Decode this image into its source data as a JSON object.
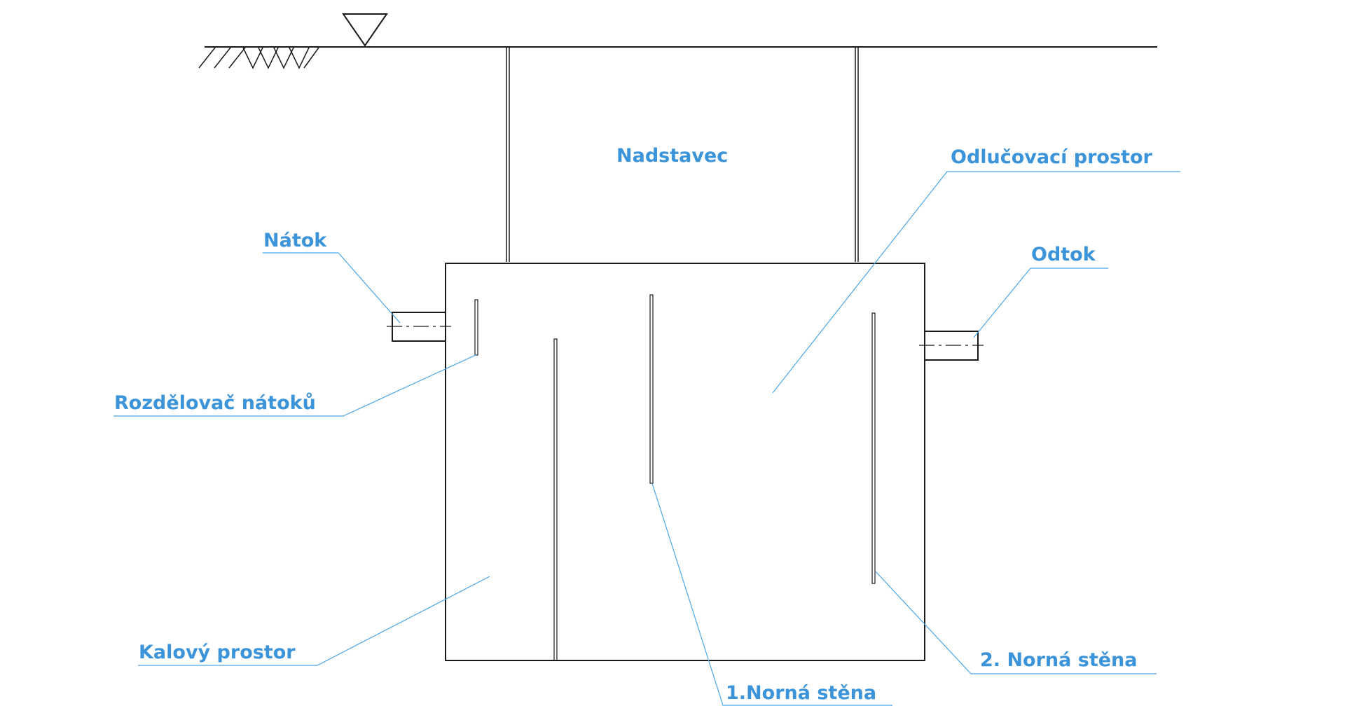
{
  "colors": {
    "label": "#3b94d9",
    "leader": "#4aa6e8",
    "structure": "#1a1a1a",
    "background": "#ffffff"
  },
  "labels": {
    "nadstavec": "Nadstavec",
    "odlucovaci_prostor": "Odlučovací prostor",
    "natok": "Nátok",
    "odtok": "Odtok",
    "rozdelovac_natoku": "Rozdělovač nátoků",
    "kalovy_prostor": "Kalový prostor",
    "norna_stena_1": "1.Norná stěna",
    "norna_stena_2": "2. Norná stěna"
  }
}
